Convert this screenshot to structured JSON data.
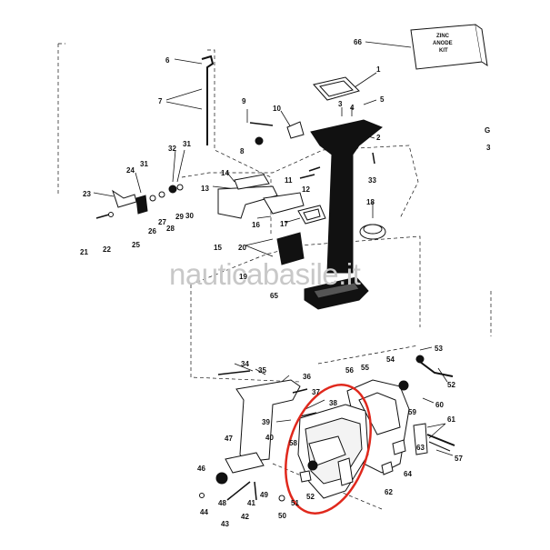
{
  "watermark": "nauticabasile.it",
  "kit_box": {
    "line1": "ZINC",
    "line2": "ANODE",
    "line3": "KIT"
  },
  "side_marks": {
    "a": "G",
    "b": "3"
  },
  "colors": {
    "highlight": "#e0281c",
    "ink": "#111111",
    "watermark": "#c8c8c8"
  },
  "labels": [
    "66",
    "1",
    "6",
    "7",
    "2",
    "3",
    "4",
    "5",
    "9",
    "10",
    "8",
    "32",
    "31",
    "24",
    "31",
    "23",
    "26",
    "27",
    "28",
    "29",
    "30",
    "25",
    "21",
    "22",
    "14",
    "13",
    "12",
    "11",
    "33",
    "16",
    "17",
    "18",
    "15",
    "20",
    "19",
    "65",
    "34",
    "35",
    "36",
    "37",
    "38",
    "39",
    "40",
    "47",
    "46",
    "48",
    "44",
    "43",
    "42",
    "41",
    "49",
    "50",
    "51",
    "52",
    "58",
    "56",
    "55",
    "54",
    "53",
    "52",
    "60",
    "59",
    "61",
    "63",
    "57",
    "64",
    "62"
  ]
}
